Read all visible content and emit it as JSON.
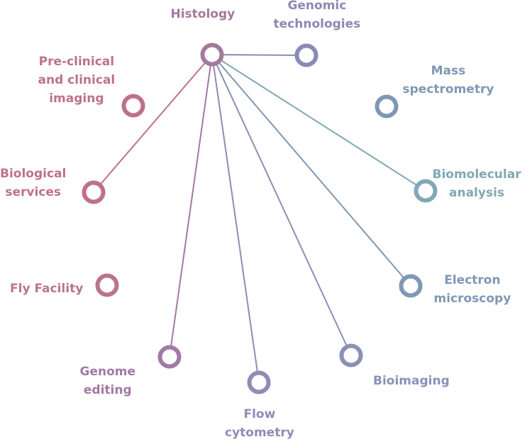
{
  "nodes": [
    {
      "id": "histology",
      "lines": [
        "Histology"
      ],
      "color": "#a3799e"
    },
    {
      "id": "genomic-technologies",
      "lines": [
        "Genomic",
        "technologies"
      ],
      "color": "#8b89b5"
    },
    {
      "id": "mass-spectrometry",
      "lines": [
        "Mass",
        "spectrometry"
      ],
      "color": "#7f97b2"
    },
    {
      "id": "biomolecular-analysis",
      "lines": [
        "Biomolecular",
        "analysis"
      ],
      "color": "#7fa9b5"
    },
    {
      "id": "electron-microscopy",
      "lines": [
        "Electron",
        "microscopy"
      ],
      "color": "#7f98b5"
    },
    {
      "id": "bioimaging",
      "lines": [
        "Bioimaging"
      ],
      "color": "#8a90b5"
    },
    {
      "id": "flow-cytometry",
      "lines": [
        "Flow",
        "cytometry"
      ],
      "color": "#9489b6"
    },
    {
      "id": "genome-editing",
      "lines": [
        "Genome",
        "editing"
      ],
      "color": "#a279a5"
    },
    {
      "id": "fly-facility",
      "lines": [
        "Fly Facility"
      ],
      "color": "#bb7489"
    },
    {
      "id": "biological-services",
      "lines": [
        "Biological",
        "services"
      ],
      "color": "#bf7189"
    },
    {
      "id": "pre-clinical-imaging",
      "lines": [
        "Pre-clinical",
        "and clinical",
        "imaging"
      ],
      "color": "#bd7286"
    }
  ],
  "hub": "histology",
  "connections": [
    "genomic-technologies",
    "biological-services",
    "genome-editing",
    "flow-cytometry",
    "bioimaging",
    "electron-microscopy",
    "biomolecular-analysis"
  ]
}
